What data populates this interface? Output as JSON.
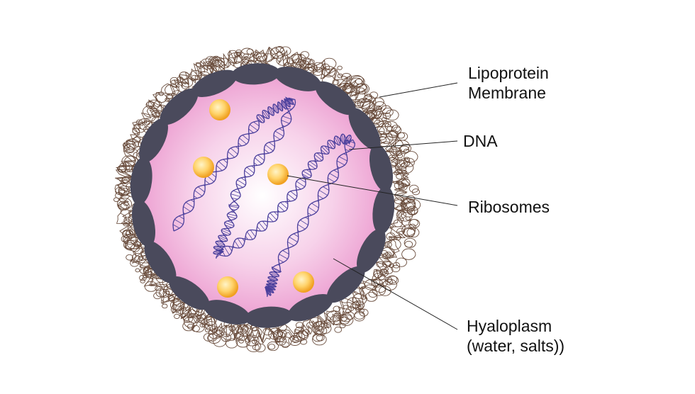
{
  "labels": {
    "membrane": [
      "Lipoprotein",
      "Membrane"
    ],
    "dna": "DNA",
    "ribosomes": "Ribosomes",
    "hyaloplasm": [
      "Hyaloplasm",
      "(water, salts))"
    ]
  },
  "colors": {
    "cell_center": "#ffffff",
    "cell_edge": "#ec9dd0",
    "membrane_plate": "#4a4a5c",
    "coat_fibers": "#5a3a28",
    "dna_strand": "#4a3f9c",
    "ribosome_core": "#ffd36b",
    "ribosome_edge": "#f0a020",
    "leader_line": "#222222",
    "label_text": "#111111"
  }
}
